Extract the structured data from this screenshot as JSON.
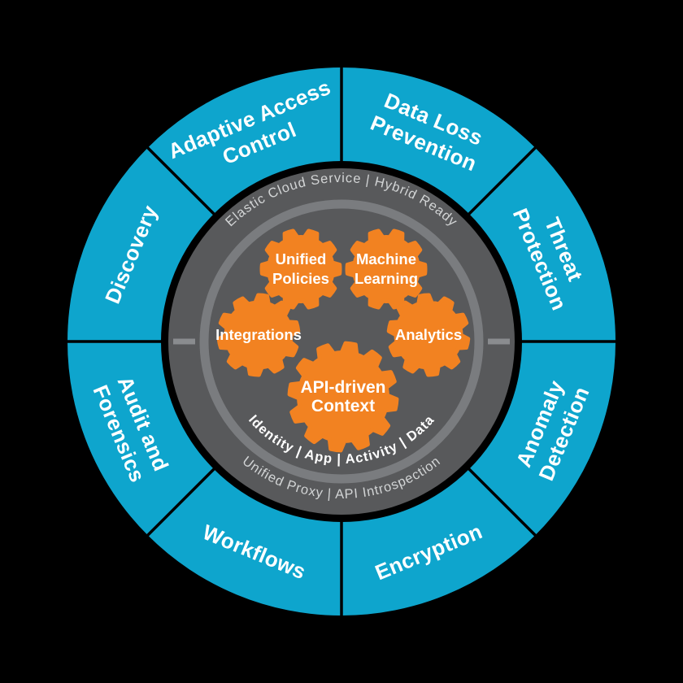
{
  "title": "Security cloud platform capability wheel",
  "colors": {
    "background": "#000000",
    "ring": "#0EA5CD",
    "divider": "#000000",
    "disc": "#58595B",
    "inner_ring": "#7A7C7F",
    "tick": "#8A8C8F",
    "gear": "#F28221",
    "arc_text": "#D2D4D5",
    "white": "#FFFFFF"
  },
  "outer_ring": {
    "segments": [
      {
        "id": "adaptive-access-control",
        "label": "Adaptive Access Control",
        "lines": [
          "Adaptive Access",
          "Control"
        ]
      },
      {
        "id": "data-loss-prevention",
        "label": "Data Loss Prevention",
        "lines": [
          "Data Loss",
          "Prevention"
        ]
      },
      {
        "id": "threat-protection",
        "label": "Threat Protection",
        "lines": [
          "Threat",
          "Protection"
        ]
      },
      {
        "id": "anomaly-detection",
        "label": "Anomaly Detection",
        "lines": [
          "Anomaly",
          "Detection"
        ]
      },
      {
        "id": "encryption",
        "label": "Encryption",
        "lines": [
          "Encryption"
        ]
      },
      {
        "id": "workflows",
        "label": "Workflows",
        "lines": [
          "Workflows"
        ]
      },
      {
        "id": "audit-and-forensics",
        "label": "Audit and Forensics",
        "lines": [
          "Audit and",
          "Forensics"
        ]
      },
      {
        "id": "discovery",
        "label": "Discovery",
        "lines": [
          "Discovery"
        ]
      }
    ]
  },
  "core": {
    "top_arc_label": "Elastic Cloud Service | Hybrid Ready",
    "bottom_arc_label": "Unified Proxy | API Introspection",
    "context_arc_label": "Identity | App | Activity | Data",
    "gears": [
      {
        "id": "unified-policies",
        "label": "Unified Policies",
        "lines": [
          "Unified",
          "Policies"
        ]
      },
      {
        "id": "machine-learning",
        "label": "Machine Learning",
        "lines": [
          "Machine",
          "Learning"
        ]
      },
      {
        "id": "integrations",
        "label": "Integrations",
        "lines": [
          "Integrations"
        ]
      },
      {
        "id": "analytics",
        "label": "Analytics",
        "lines": [
          "Analytics"
        ]
      },
      {
        "id": "api-driven-context",
        "label": "API-driven Context",
        "lines": [
          "API-driven",
          "Context"
        ]
      }
    ]
  }
}
